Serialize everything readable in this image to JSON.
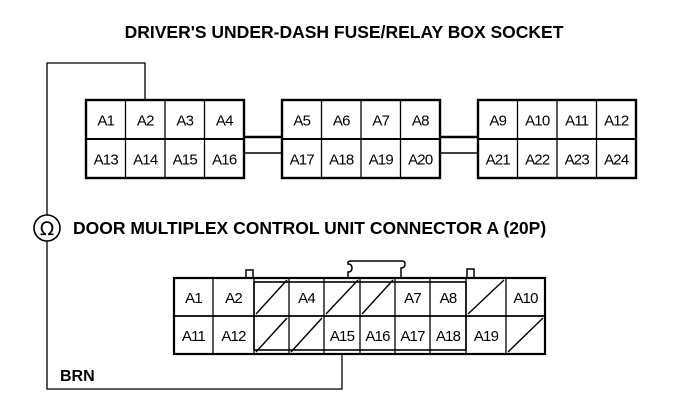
{
  "diagram": {
    "socket_title": "DRIVER'S UNDER-DASH FUSE/RELAY BOX SOCKET",
    "connector_title": "DOOR MULTIPLEX CONTROL UNIT CONNECTOR A (20P)",
    "meter_symbol": "Ω",
    "meter_icon": "ohmmeter-icon",
    "wire_color_label": "BRN",
    "probe_from": "A2",
    "probe_to": "A15",
    "socket": {
      "blocks": [
        {
          "top": [
            "A1",
            "A2",
            "A3",
            "A4"
          ],
          "bottom": [
            "A13",
            "A14",
            "A15",
            "A16"
          ]
        },
        {
          "top": [
            "A5",
            "A6",
            "A7",
            "A8"
          ],
          "bottom": [
            "A17",
            "A18",
            "A19",
            "A20"
          ]
        },
        {
          "top": [
            "A9",
            "A10",
            "A11",
            "A12"
          ],
          "bottom": [
            "A21",
            "A22",
            "A23",
            "A24"
          ]
        }
      ]
    },
    "connector": {
      "top": [
        "A1",
        "A2",
        "",
        "A4",
        "",
        "",
        "A7",
        "A8",
        "",
        "A10"
      ],
      "bottom": [
        "A11",
        "A12",
        "",
        "",
        "A15",
        "A16",
        "A17",
        "A18",
        "A19",
        ""
      ]
    }
  }
}
